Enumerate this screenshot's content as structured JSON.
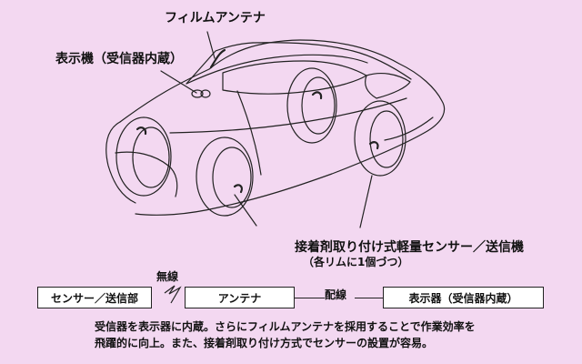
{
  "diagram": {
    "labels": {
      "film_antenna": "フィルムアンテナ",
      "display_receiver_builtin": "表示機（受信器内蔵）",
      "sensor_transmitter": "接着剤取り付け式軽量センサー／送信機",
      "sensor_note": "（各リムに1個づつ）"
    },
    "flow": {
      "sensor_box": "センサー／送信部",
      "wireless_label": "無線",
      "antenna_box": "アンテナ",
      "wiring_label": "配線",
      "display_box": "表示器（受信器内蔵）"
    },
    "description": {
      "line1": "受信器を表示器に内蔵。さらにフィルムアンテナを採用することで作業効率を",
      "line2": "飛躍的に向上。また、接着剤取り付け方式でセンサーの設置が容易。"
    },
    "colors": {
      "background": "#f3d8f1",
      "stroke": "#222222",
      "fill": "#ffffff"
    }
  }
}
